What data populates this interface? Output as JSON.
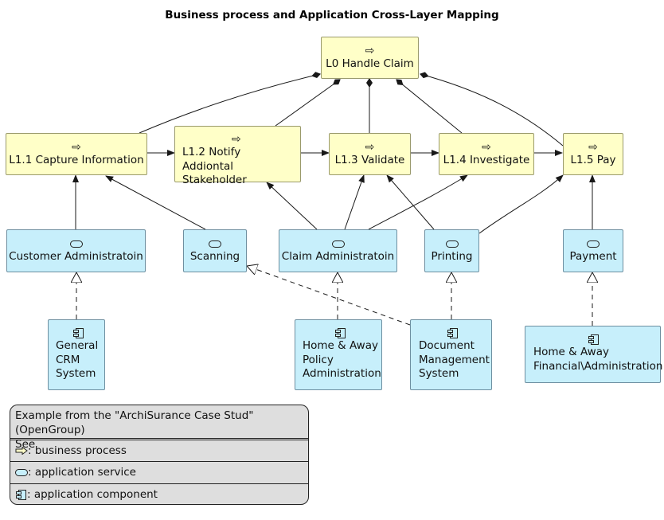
{
  "title": "Business process and Application Cross-Layer Mapping",
  "processes": {
    "l0": "L0 Handle Claim",
    "l11": "L1.1 Capture Information",
    "l12": "L1.2 Notify\nAddiontal Stakeholder",
    "l13": "L1.3 Validate",
    "l14": "L1.4 Investigate",
    "l15": "L1.5 Pay"
  },
  "services": {
    "customer": "Customer Administratoin",
    "scanning": "Scanning",
    "claim": "Claim Administratoin",
    "printing": "Printing",
    "payment": "Payment"
  },
  "components": {
    "crm": "General\nCRM\nSystem",
    "policy": "Home & Away\nPolicy\nAdministration",
    "dms": "Document\nManagement\nSystem",
    "financial": "Home & Away\nFinancial\\Administration"
  },
  "legend": {
    "header": "Example from the \"ArchiSurance Case Stud\" (OpenGroup)\nSee",
    "process": ": business process",
    "service": ": application service",
    "component": ": application component"
  },
  "colors": {
    "process_fill": "#ffffc8",
    "application_fill": "#c7effb"
  },
  "icons": {
    "process": "arrow-icon",
    "service": "pill-icon",
    "component": "component-icon"
  }
}
